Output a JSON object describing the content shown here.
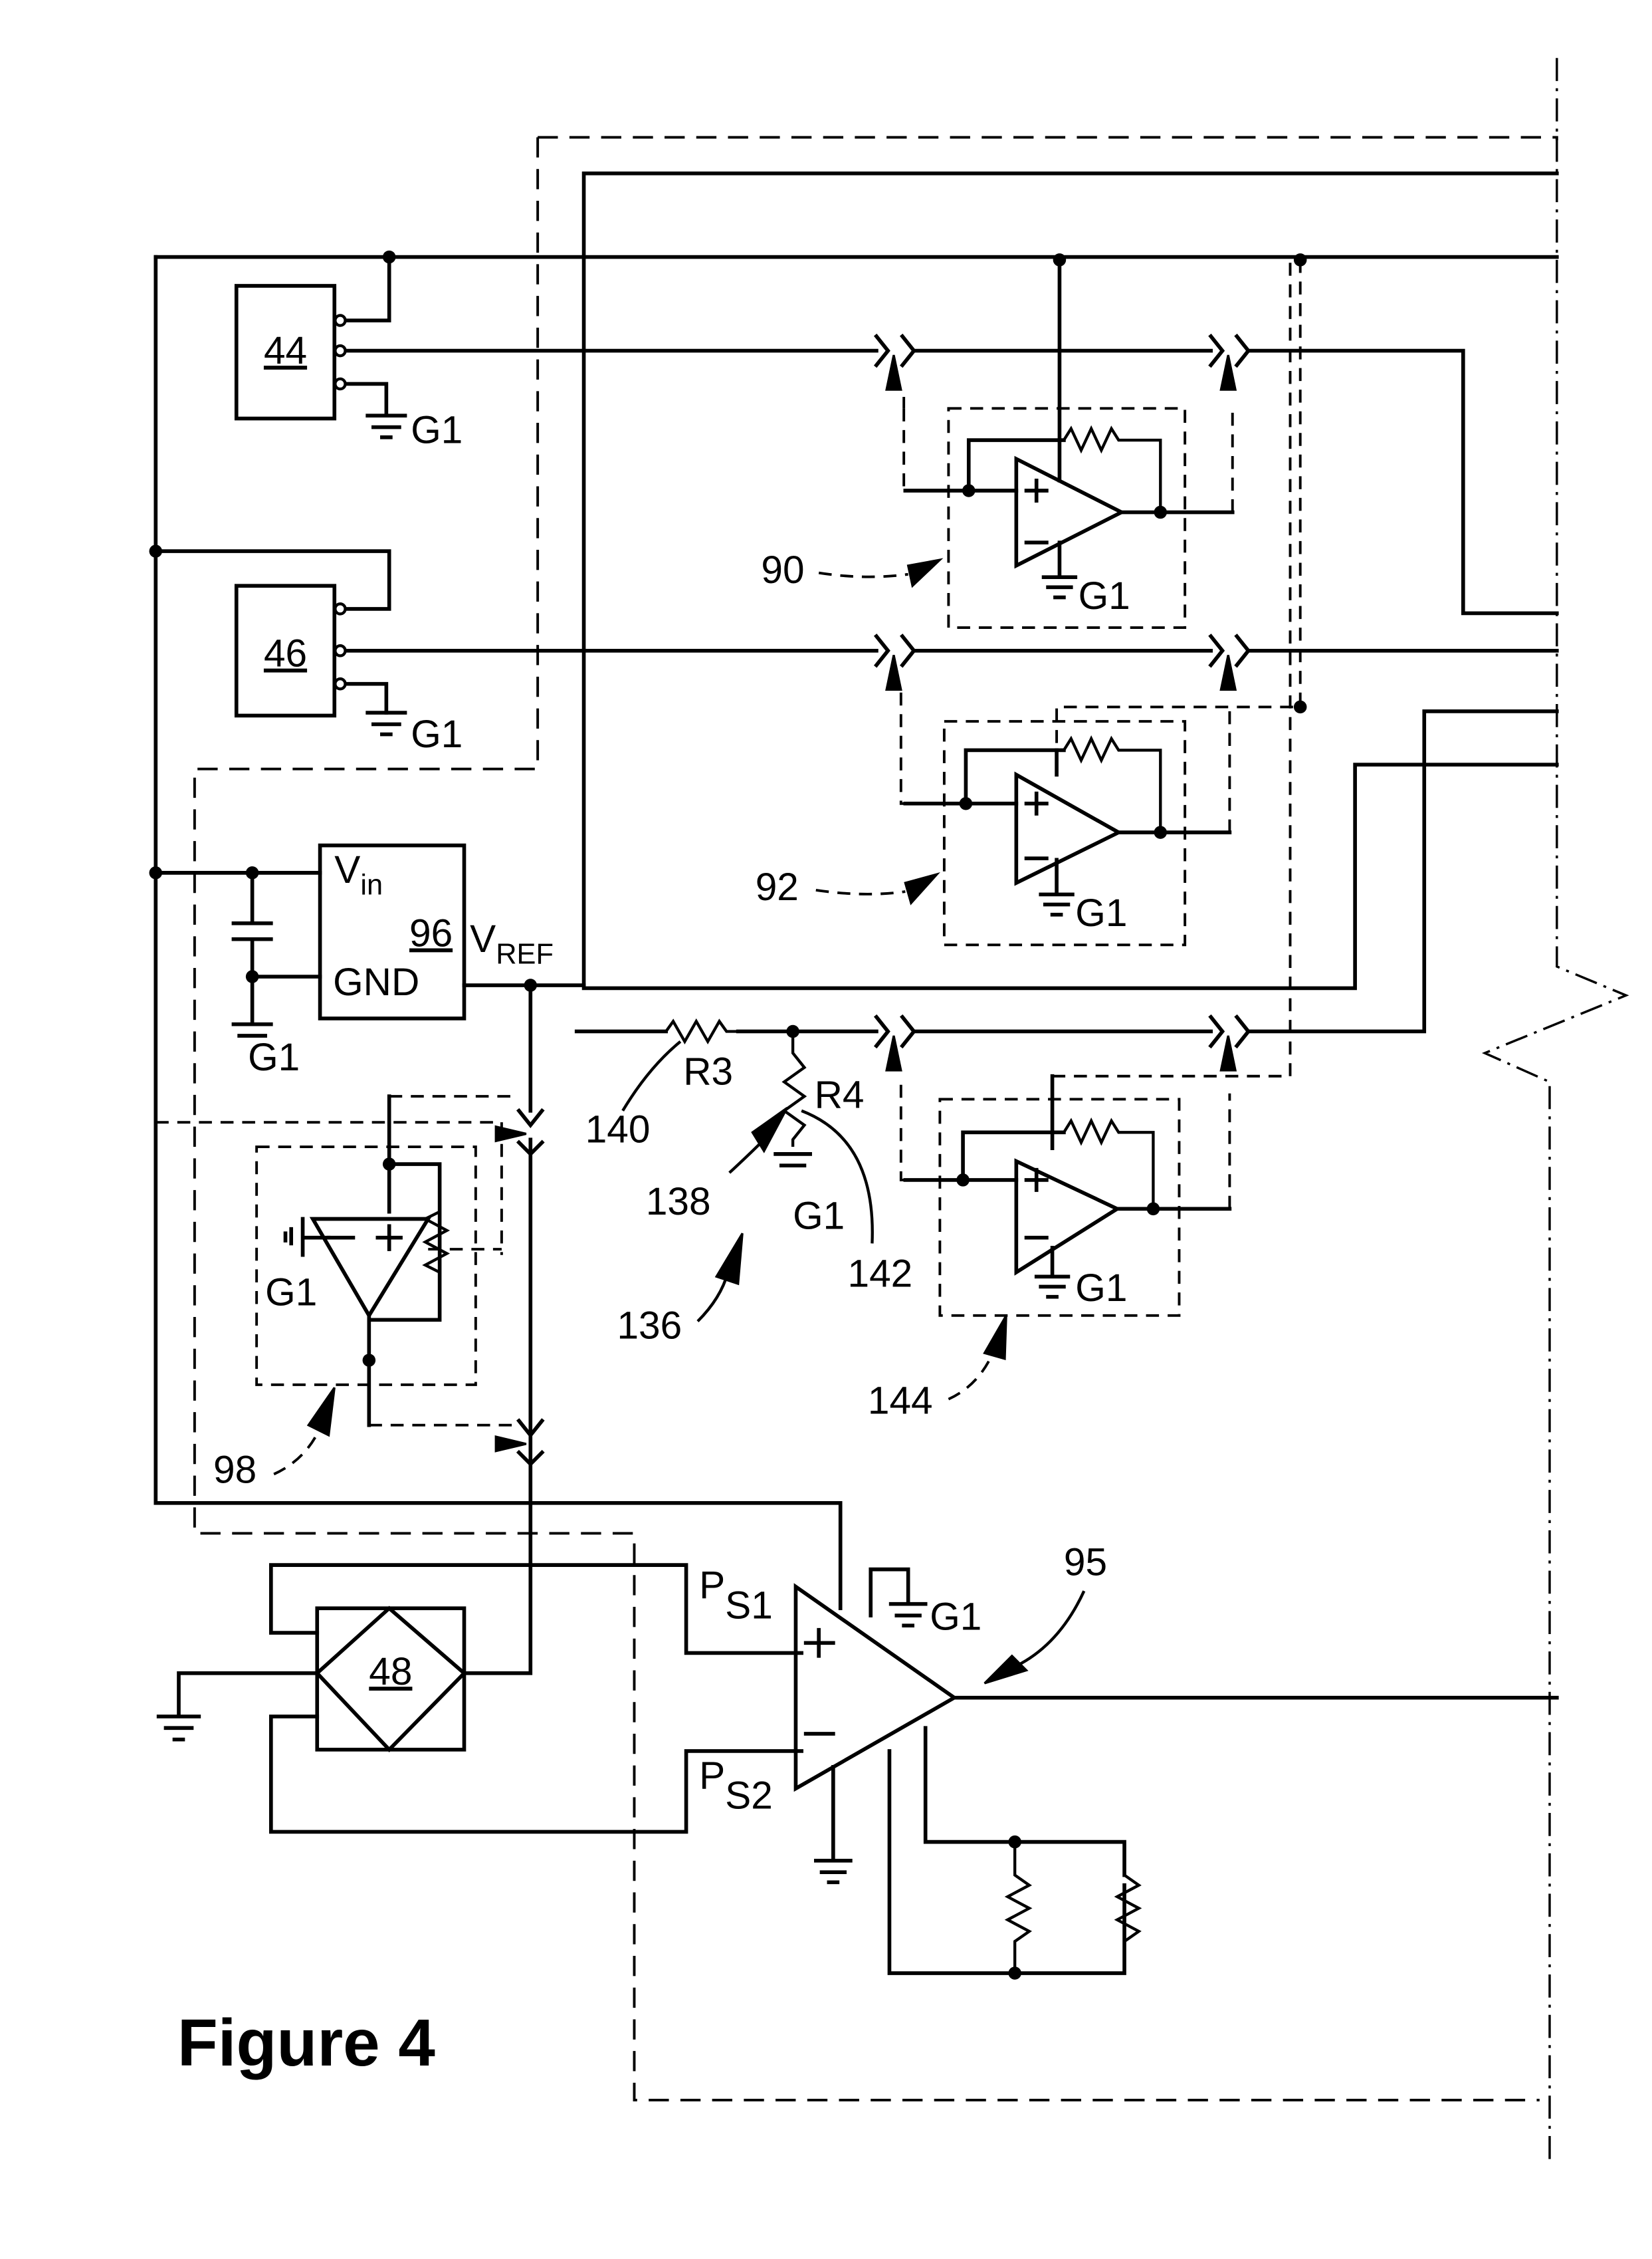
{
  "figure": {
    "title": "Figure 4"
  },
  "components": {
    "sensor_44": {
      "ref": "44",
      "ground_label": "G1"
    },
    "sensor_46": {
      "ref": "46",
      "ground_label": "G1"
    },
    "regulator_96": {
      "ref": "96",
      "pin_vin": "V",
      "pin_vin_sub": "in",
      "pin_gnd": "GND",
      "pin_vref": "V",
      "pin_vref_sub": "REF",
      "ground_label": "G1"
    },
    "amp_98": {
      "ref": "98",
      "ground_label": "G1",
      "plus": "+",
      "minus": "−"
    },
    "divider_136": {
      "ref": "136",
      "r3_label": "R3",
      "r4_label": "R4",
      "ref_138": "138",
      "ref_140": "140",
      "ref_142": "142",
      "ground_label": "G1"
    },
    "buffer_90": {
      "ref": "90",
      "ground_label": "G1",
      "plus": "+",
      "minus": "−"
    },
    "buffer_92": {
      "ref": "92",
      "ground_label": "G1",
      "plus": "+",
      "minus": "−"
    },
    "buffer_144": {
      "ref": "144",
      "ground_label": "G1",
      "plus": "+",
      "minus": "−"
    },
    "bridge_48": {
      "ref": "48"
    },
    "amp_95": {
      "ref": "95",
      "ground_label": "G1",
      "ps1": "P",
      "ps1_sub": "S1",
      "ps2": "P",
      "ps2_sub": "S2",
      "plus": "+",
      "minus": "−"
    }
  }
}
